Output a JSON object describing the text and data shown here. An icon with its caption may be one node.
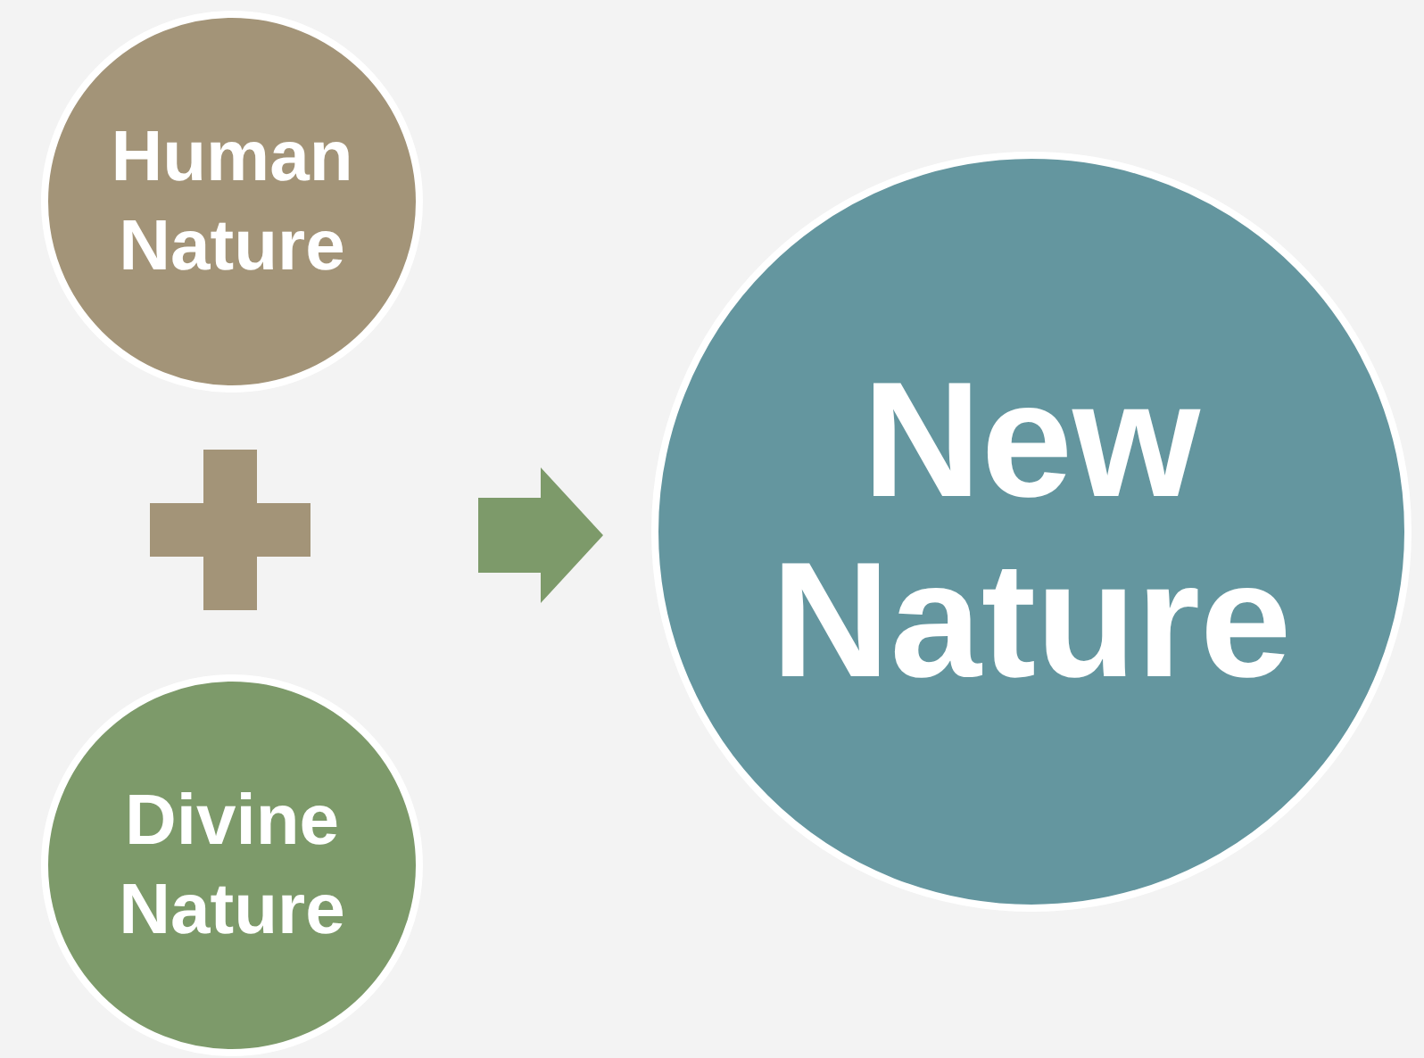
{
  "diagram": {
    "nodes": [
      {
        "text": [
          "Human Nature"
        ]
      },
      {
        "text": [
          "Divine Nature"
        ]
      },
      {
        "text": [
          "New Nature"
        ]
      }
    ],
    "edges": [
      {
        "from": null,
        "to": 2,
        "arrow": "to"
      }
    ]
  }
}
